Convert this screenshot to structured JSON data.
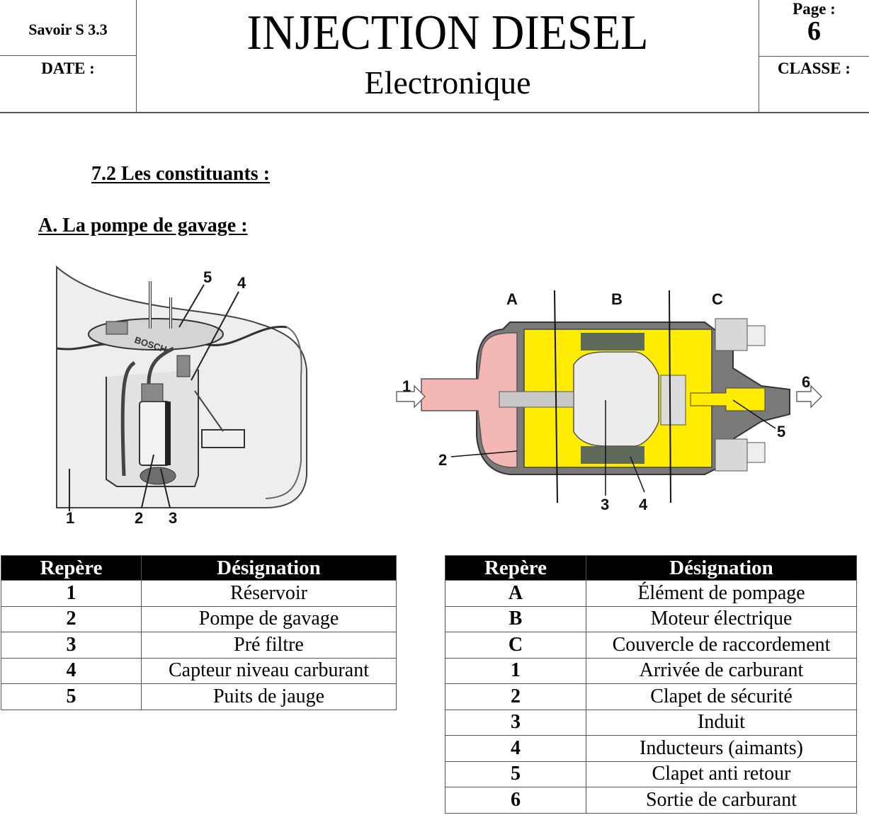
{
  "header": {
    "savoir": "Savoir S 3.3",
    "date_label": "DATE :",
    "title": "INJECTION DIESEL",
    "subtitle": "Electronique",
    "page_label": "Page :",
    "page_number": "6",
    "classe_label": "CLASSE :"
  },
  "section_title": "7.2 Les constituants :",
  "sub_title": "A. La pompe de gavage :",
  "diagram_left": {
    "description": "Cutaway of fuel tank with in-tank feed pump module",
    "brand_marking": "BOSCH",
    "callouts": [
      "1",
      "2",
      "3",
      "4",
      "5"
    ]
  },
  "diagram_right": {
    "description": "Cross-section of electric fuel pump",
    "zone_labels": [
      "A",
      "B",
      "C"
    ],
    "callouts": [
      "1",
      "2",
      "3",
      "4",
      "5",
      "6"
    ],
    "colors": {
      "fuel_inlet": "#f4b8b4",
      "fuel_path": "#ffec00",
      "housing": "#7f7f7f",
      "armature": "#e6e6e6",
      "magnets": "#5e6a5a"
    }
  },
  "table_left": {
    "headers": [
      "Repère",
      "Désignation"
    ],
    "rows": [
      {
        "rep": "1",
        "designation": "Réservoir"
      },
      {
        "rep": "2",
        "designation": "Pompe de gavage"
      },
      {
        "rep": "3",
        "designation": "Pré filtre"
      },
      {
        "rep": "4",
        "designation": "Capteur niveau carburant"
      },
      {
        "rep": "5",
        "designation": "Puits de jauge"
      }
    ]
  },
  "table_right": {
    "headers": [
      "Repère",
      "Désignation"
    ],
    "rows": [
      {
        "rep": "A",
        "designation": "Élément de pompage"
      },
      {
        "rep": "B",
        "designation": "Moteur électrique"
      },
      {
        "rep": "C",
        "designation": "Couvercle de raccordement"
      },
      {
        "rep": "1",
        "designation": "Arrivée de carburant"
      },
      {
        "rep": "2",
        "designation": "Clapet de sécurité"
      },
      {
        "rep": "3",
        "designation": "Induit"
      },
      {
        "rep": "4",
        "designation": "Inducteurs (aimants)"
      },
      {
        "rep": "5",
        "designation": "Clapet anti retour"
      },
      {
        "rep": "6",
        "designation": "Sortie de carburant"
      }
    ]
  }
}
